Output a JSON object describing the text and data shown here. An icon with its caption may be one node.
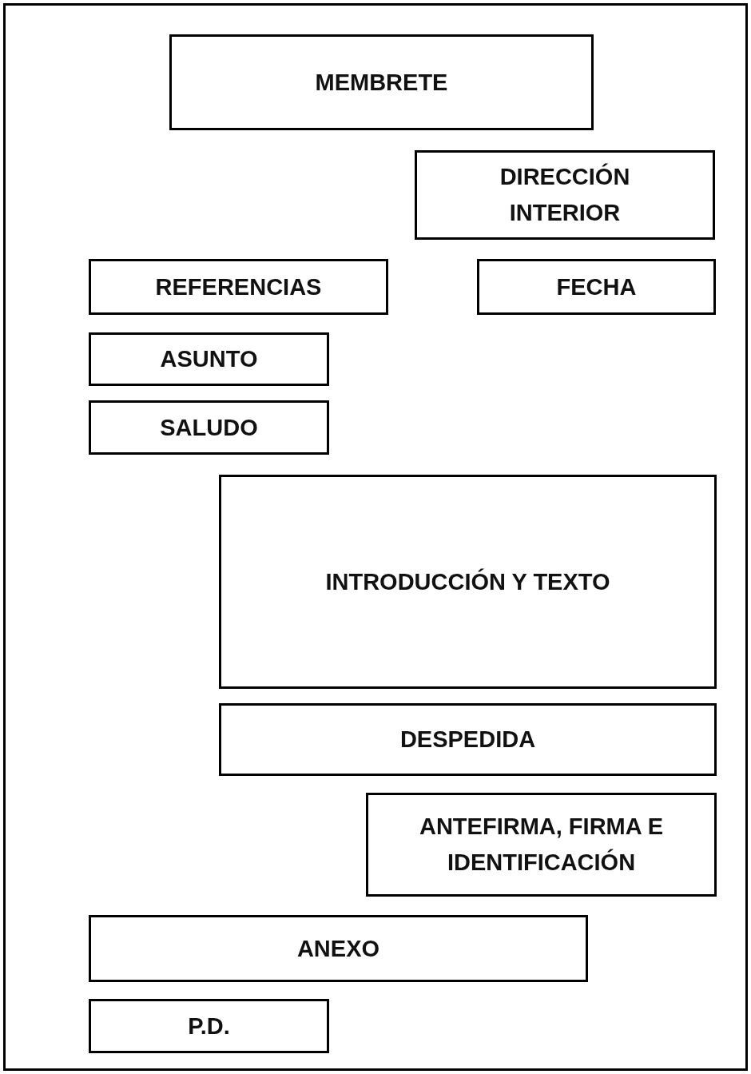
{
  "diagram": {
    "nodes": [
      {
        "text": [
          "MEMBRETE"
        ]
      },
      {
        "text": [
          "DIRECCIÓN INTERIOR"
        ]
      },
      {
        "text": [
          "REFERENCIAS"
        ]
      },
      {
        "text": [
          "FECHA"
        ]
      },
      {
        "text": [
          "ASUNTO"
        ]
      },
      {
        "text": [
          "SALUDO"
        ]
      },
      {
        "text": [
          "INTRODUCCIÓN Y TEXTO"
        ]
      },
      {
        "text": [
          "DESPEDIDA"
        ]
      },
      {
        "text": [
          "ANTEFIRMA, FIRMA E IDENTIFICACIÓN"
        ]
      },
      {
        "text": [
          "ANEXO"
        ]
      },
      {
        "text": [
          "P.D."
        ]
      }
    ]
  }
}
